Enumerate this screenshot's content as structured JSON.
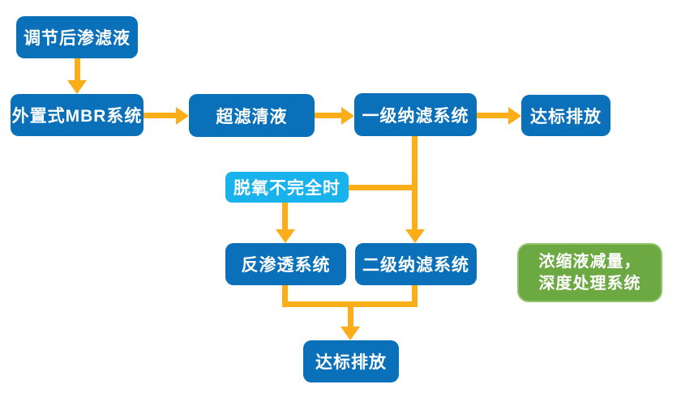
{
  "colors": {
    "primary_blue": "#0A70BA",
    "light_blue": "#18B2EC",
    "green_fill": "#6DA943",
    "green_border": "#8FC468",
    "arrow_orange": "#FBAE17",
    "text_white": "#FFFFFF"
  },
  "nodes": {
    "adjusted_leachate": {
      "label": "调节后渗滤液"
    },
    "external_mbr": {
      "label": "外置式MBR系统"
    },
    "uf_permeate": {
      "label": "超滤清液"
    },
    "nf_stage1": {
      "label": "一级纳滤系统"
    },
    "discharge_top": {
      "label": "达标排放"
    },
    "deoxidation_note": {
      "label": "脱氧不完全时"
    },
    "reverse_osmosis": {
      "label": "反渗透系统"
    },
    "nf_stage2": {
      "label": "二级纳滤系统"
    },
    "discharge_bottom": {
      "label": "达标排放"
    },
    "concentrate_system": {
      "label_line1": "浓缩液减量，",
      "label_line2": "深度处理系统"
    }
  }
}
